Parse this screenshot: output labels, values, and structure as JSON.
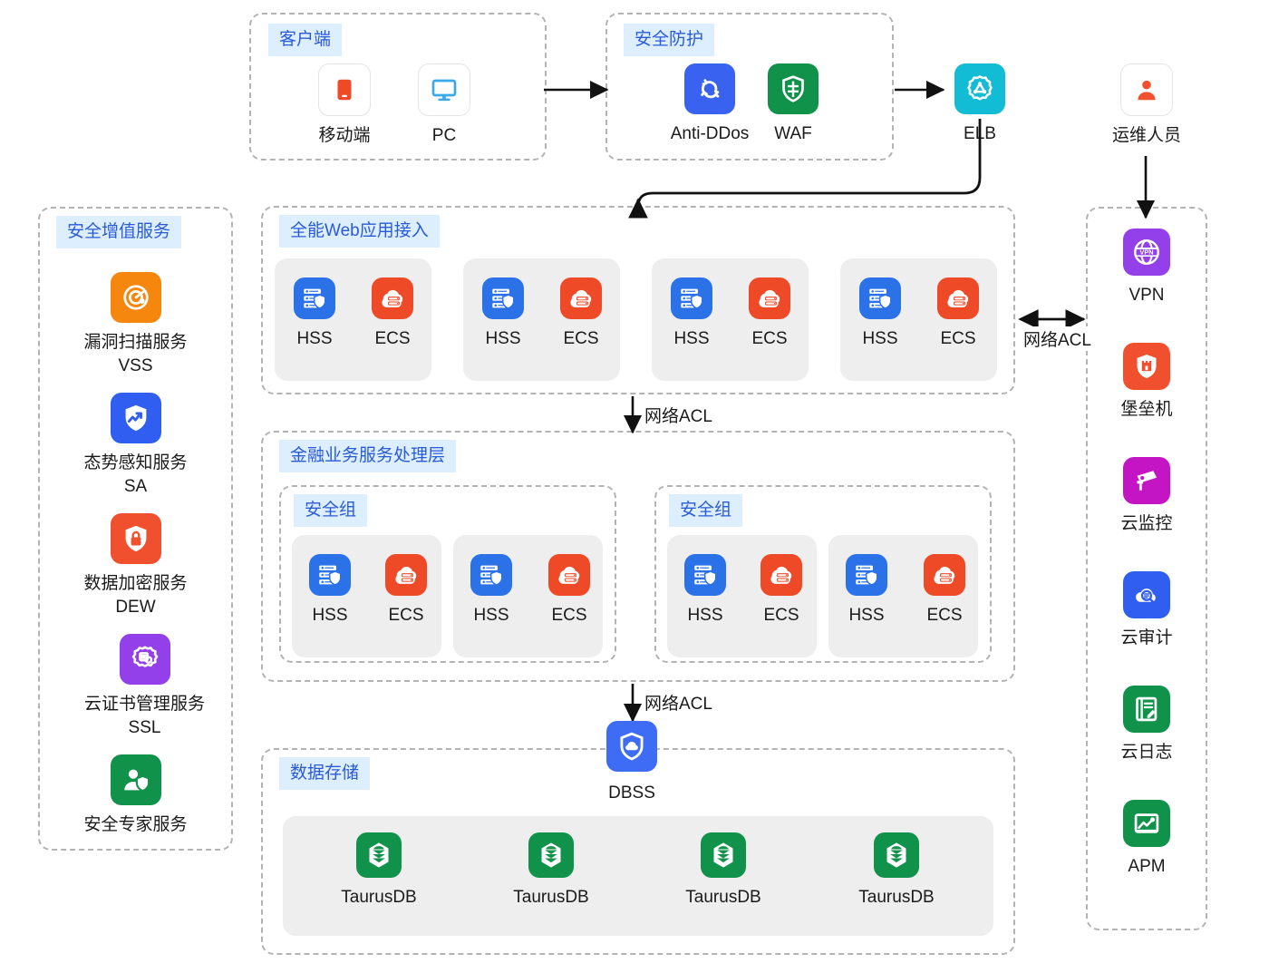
{
  "zones": {
    "client": {
      "label": "客户端"
    },
    "security": {
      "label": "安全防护"
    },
    "value_added": {
      "label": "安全增值服务"
    },
    "web_access": {
      "label": "全能Web应用接入"
    },
    "business": {
      "label": "金融业务服务处理层"
    },
    "security_group_1": {
      "label": "安全组"
    },
    "security_group_2": {
      "label": "安全组"
    },
    "storage": {
      "label": "数据存储"
    }
  },
  "client_nodes": [
    {
      "label": "移动端",
      "icon": "mobile-icon"
    },
    {
      "label": "PC",
      "icon": "pc-icon"
    }
  ],
  "security_nodes": [
    {
      "label": "Anti-DDos",
      "icon": "anti-ddos-icon",
      "color": "#3a62f0"
    },
    {
      "label": "WAF",
      "icon": "waf-shield-icon",
      "color": "#11924b"
    }
  ],
  "elb": {
    "label": "ELB",
    "icon": "elb-icon",
    "color": "#11bcd4"
  },
  "ops_user": {
    "label": "运维人员",
    "icon": "user-icon",
    "color": "#f1502f"
  },
  "value_added_nodes": [
    {
      "name": "漏洞扫描服务",
      "code": "VSS",
      "icon": "vss-radar-icon",
      "color": "#f5870e"
    },
    {
      "name": "态势感知服务",
      "code": "SA",
      "icon": "sa-shield-trend-icon",
      "color": "#2f5ef0"
    },
    {
      "name": "数据加密服务",
      "code": "DEW",
      "icon": "dew-lock-icon",
      "color": "#f1502f"
    },
    {
      "name": "云证书管理服务",
      "code": "SSL",
      "icon": "ssl-certificate-icon",
      "color": "#9340eb"
    },
    {
      "name": "安全专家服务",
      "code": "",
      "icon": "security-expert-icon",
      "color": "#11924b"
    }
  ],
  "ops_nodes": [
    {
      "label": "VPN",
      "icon": "vpn-globe-icon",
      "color": "#9340eb"
    },
    {
      "label": "堡垒机",
      "icon": "bastion-host-icon",
      "color": "#f1502f"
    },
    {
      "label": "云监控",
      "icon": "cloud-eye-camera-icon",
      "color": "#c415c4"
    },
    {
      "label": "云审计",
      "icon": "cloud-trace-icon",
      "color": "#2f5ef0"
    },
    {
      "label": "云日志",
      "icon": "cloud-log-icon",
      "color": "#11924b"
    },
    {
      "label": "APM",
      "icon": "apm-chart-icon",
      "color": "#11924b"
    }
  ],
  "server_pair": {
    "hss_label": "HSS",
    "ecs_label": "ECS",
    "hss_icon": "hss-server-shield-icon",
    "ecs_icon": "ecs-cloud-server-icon",
    "hss_color": "#2b72e8",
    "ecs_color": "#ef4a28"
  },
  "web_groups": [
    {
      "nodes": [
        {
          "label": "HSS"
        },
        {
          "label": "ECS"
        }
      ]
    },
    {
      "nodes": [
        {
          "label": "HSS"
        },
        {
          "label": "ECS"
        }
      ]
    },
    {
      "nodes": [
        {
          "label": "HSS"
        },
        {
          "label": "ECS"
        }
      ]
    },
    {
      "nodes": [
        {
          "label": "HSS"
        },
        {
          "label": "ECS"
        }
      ]
    }
  ],
  "business_groups": [
    {
      "group": "安全组",
      "pairs": [
        {
          "hss": "HSS",
          "ecs": "ECS"
        },
        {
          "hss": "HSS",
          "ecs": "ECS"
        }
      ]
    },
    {
      "group": "安全组",
      "pairs": [
        {
          "hss": "HSS",
          "ecs": "ECS"
        },
        {
          "hss": "HSS",
          "ecs": "ECS"
        }
      ]
    }
  ],
  "dbss": {
    "label": "DBSS",
    "icon": "dbss-shield-icon",
    "color": "#3e6cf5"
  },
  "databases": [
    {
      "label": "TaurusDB",
      "icon": "taurusdb-icon",
      "color": "#11924b"
    },
    {
      "label": "TaurusDB",
      "icon": "taurusdb-icon",
      "color": "#11924b"
    },
    {
      "label": "TaurusDB",
      "icon": "taurusdb-icon",
      "color": "#11924b"
    },
    {
      "label": "TaurusDB",
      "icon": "taurusdb-icon",
      "color": "#11924b"
    }
  ],
  "connectors": {
    "acl_web_right": "网络ACL",
    "acl_web_to_business": "网络ACL",
    "acl_business_to_storage": "网络ACL"
  },
  "colors": {
    "zone_label_bg": "#ddeeff",
    "zone_label_text": "#2a5bd7",
    "dashed_border": "#b3b3b3",
    "group_bg": "#eeeeee"
  }
}
